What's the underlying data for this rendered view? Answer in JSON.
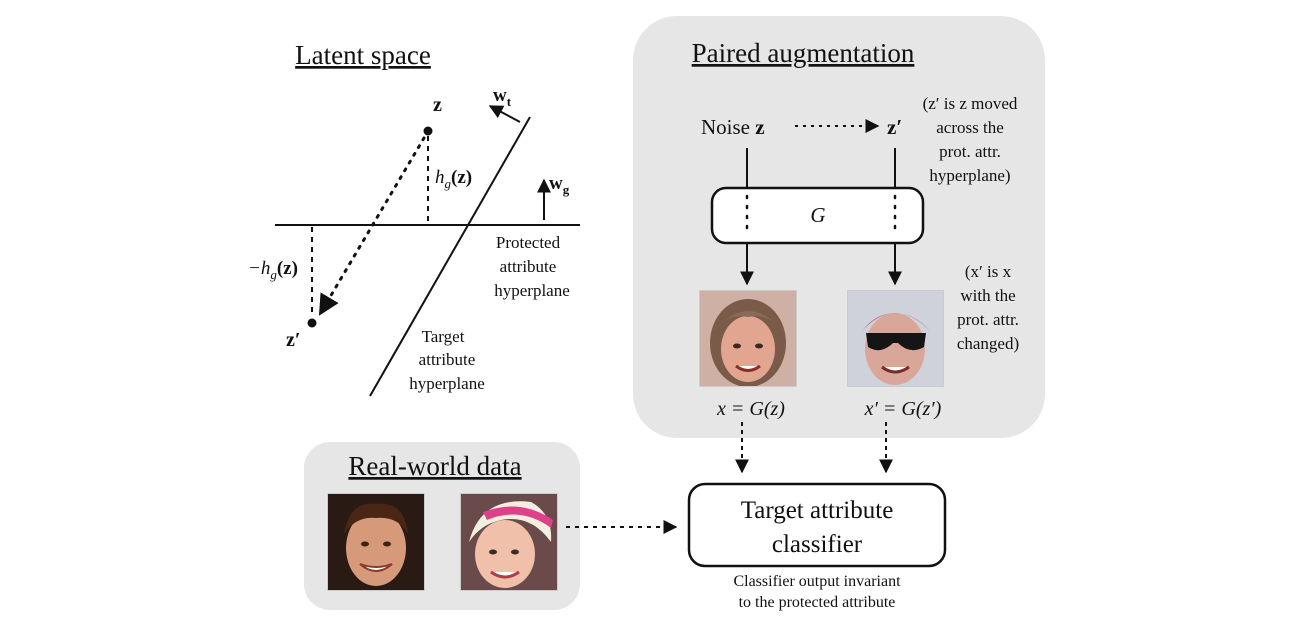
{
  "latent": {
    "title": "Latent space",
    "z": "z",
    "z_prime": "z′",
    "w_t": "w",
    "w_t_sub": "t",
    "w_g": "w",
    "w_g_sub": "g",
    "hg_label": "h",
    "hg_sub": "g",
    "hg_arg": "(z)",
    "neg_hg_prefix": "−h",
    "protected_line1": "Protected",
    "protected_line2": "attribute",
    "protected_line3": "hyperplane",
    "target_line1": "Target",
    "target_line2": "attribute",
    "target_line3": "hyperplane"
  },
  "paired": {
    "title": "Paired augmentation",
    "noise_label": "Noise",
    "noise_z": "z",
    "z_prime": "z′",
    "note_z_1": "(z′ is z moved",
    "note_z_2": "across the",
    "note_z_3": "prot. attr.",
    "note_z_4": "hyperplane)",
    "generator": "G",
    "note_x_1": "(x′ is x",
    "note_x_2": "with the",
    "note_x_3": "prot. attr.",
    "note_x_4": "changed)",
    "x_eq": "x = G(z)",
    "xp_eq": "x′ = G(z′)"
  },
  "real": {
    "title": "Real-world data"
  },
  "classifier": {
    "line1": "Target attribute",
    "line2": "classifier",
    "caption1": "Classifier output invariant",
    "caption2": "to the protected attribute"
  },
  "colors": {
    "panel_bg": "#e6e6e6",
    "stroke": "#111111"
  }
}
